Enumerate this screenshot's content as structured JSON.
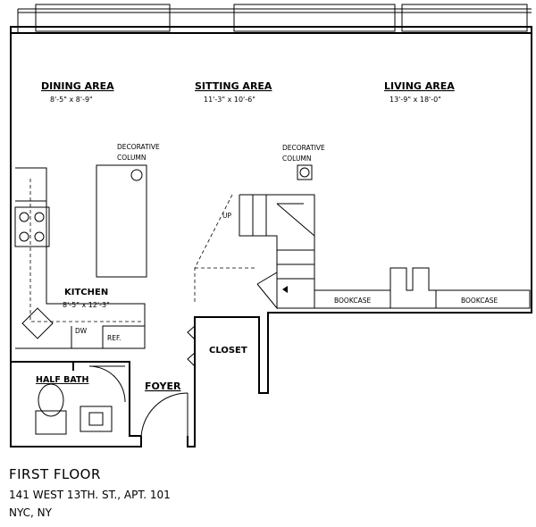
{
  "rooms": {
    "dining": {
      "name": "DINING AREA",
      "dims": "8'-5\" x 8'-9\""
    },
    "sitting": {
      "name": "SITTING AREA",
      "dims": "11'-3\" x 10'-6\""
    },
    "living": {
      "name": "LIVING AREA",
      "dims": "13'-9\" x 18'-0\""
    },
    "kitchen": {
      "name": "KITCHEN",
      "dims": "8'-5\" x 12'-3\""
    },
    "half_bath": {
      "name": "HALF BATH"
    },
    "foyer": {
      "name": "FOYER"
    },
    "closet": {
      "name": "CLOSET"
    }
  },
  "labels": {
    "decorative_column_1a": "DECORATIVE",
    "decorative_column_1b": "COLUMN",
    "decorative_column_2a": "DECORATIVE",
    "decorative_column_2b": "COLUMN",
    "up": "UP",
    "bookcase_1": "BOOKCASE",
    "bookcase_2": "BOOKCASE",
    "dw": "DW",
    "ref": "REF."
  },
  "footer": {
    "floor": "FIRST FLOOR",
    "address": "141 WEST 13TH. ST., APT. 101",
    "city": "NYC, NY"
  }
}
